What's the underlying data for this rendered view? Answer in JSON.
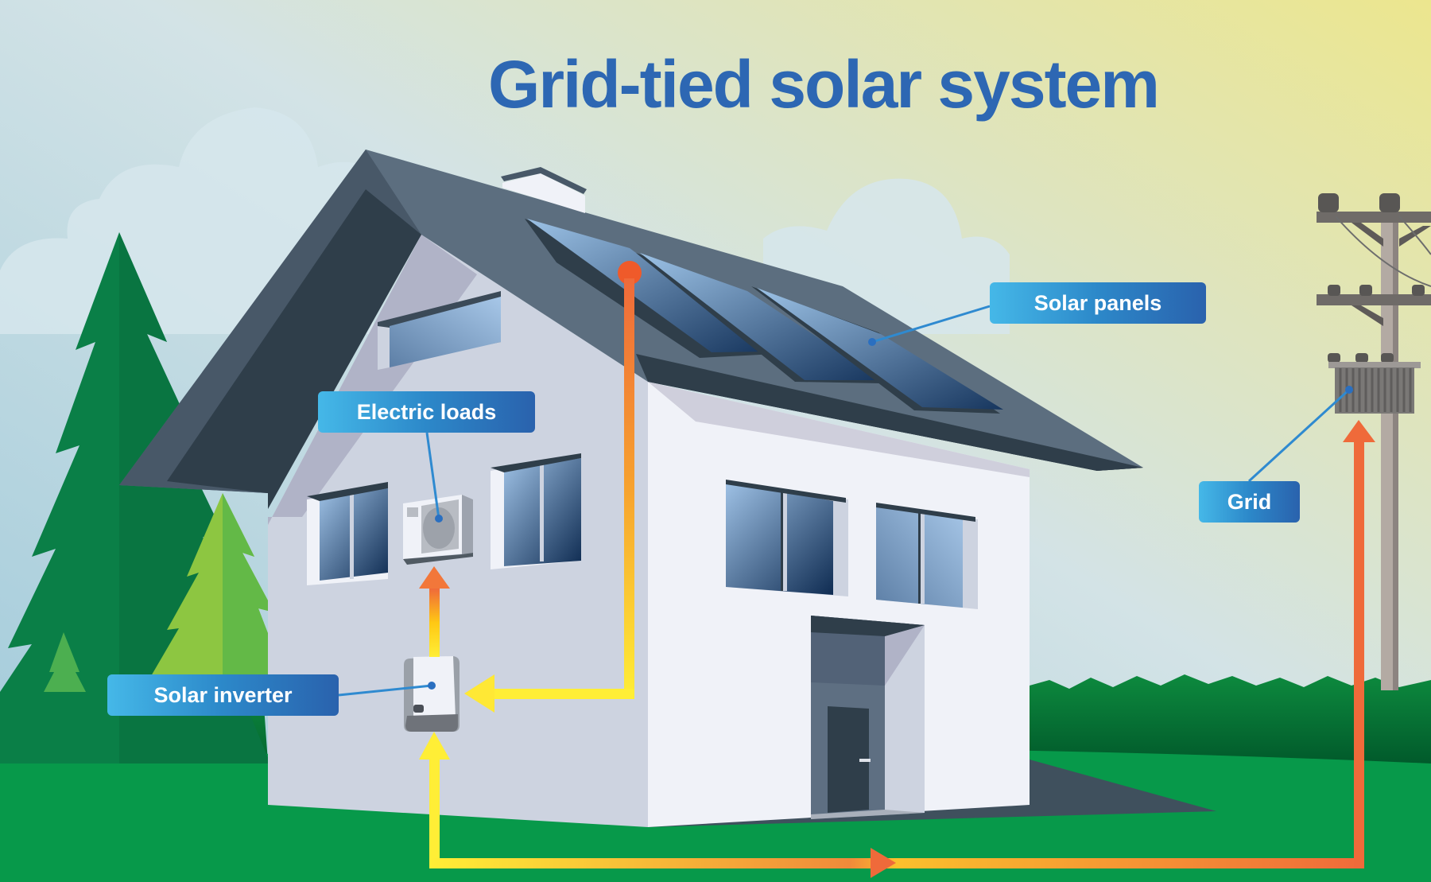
{
  "title": "Grid-tied solar system",
  "labels": {
    "solar_panels": "Solar panels",
    "electric_loads": "Electric loads",
    "solar_inverter": "Solar inverter",
    "grid": "Grid"
  },
  "colors": {
    "title": "#2d67b3",
    "label_gradient_start": "#45b8e8",
    "label_gradient_end": "#2a62ad",
    "dc_flow": "#ffeb3b",
    "ac_flow": "#ef6a3a",
    "roof": "#4a5a6a",
    "wall_light": "#f0f2f8",
    "wall_shade": "#cdd3e0",
    "grass": "#07994a"
  },
  "icons": {
    "solar_panels": "solar-panel-icon",
    "electric_loads": "ac-unit-icon",
    "solar_inverter": "inverter-icon",
    "grid": "utility-pole-icon",
    "flow": "arrow-icon"
  }
}
